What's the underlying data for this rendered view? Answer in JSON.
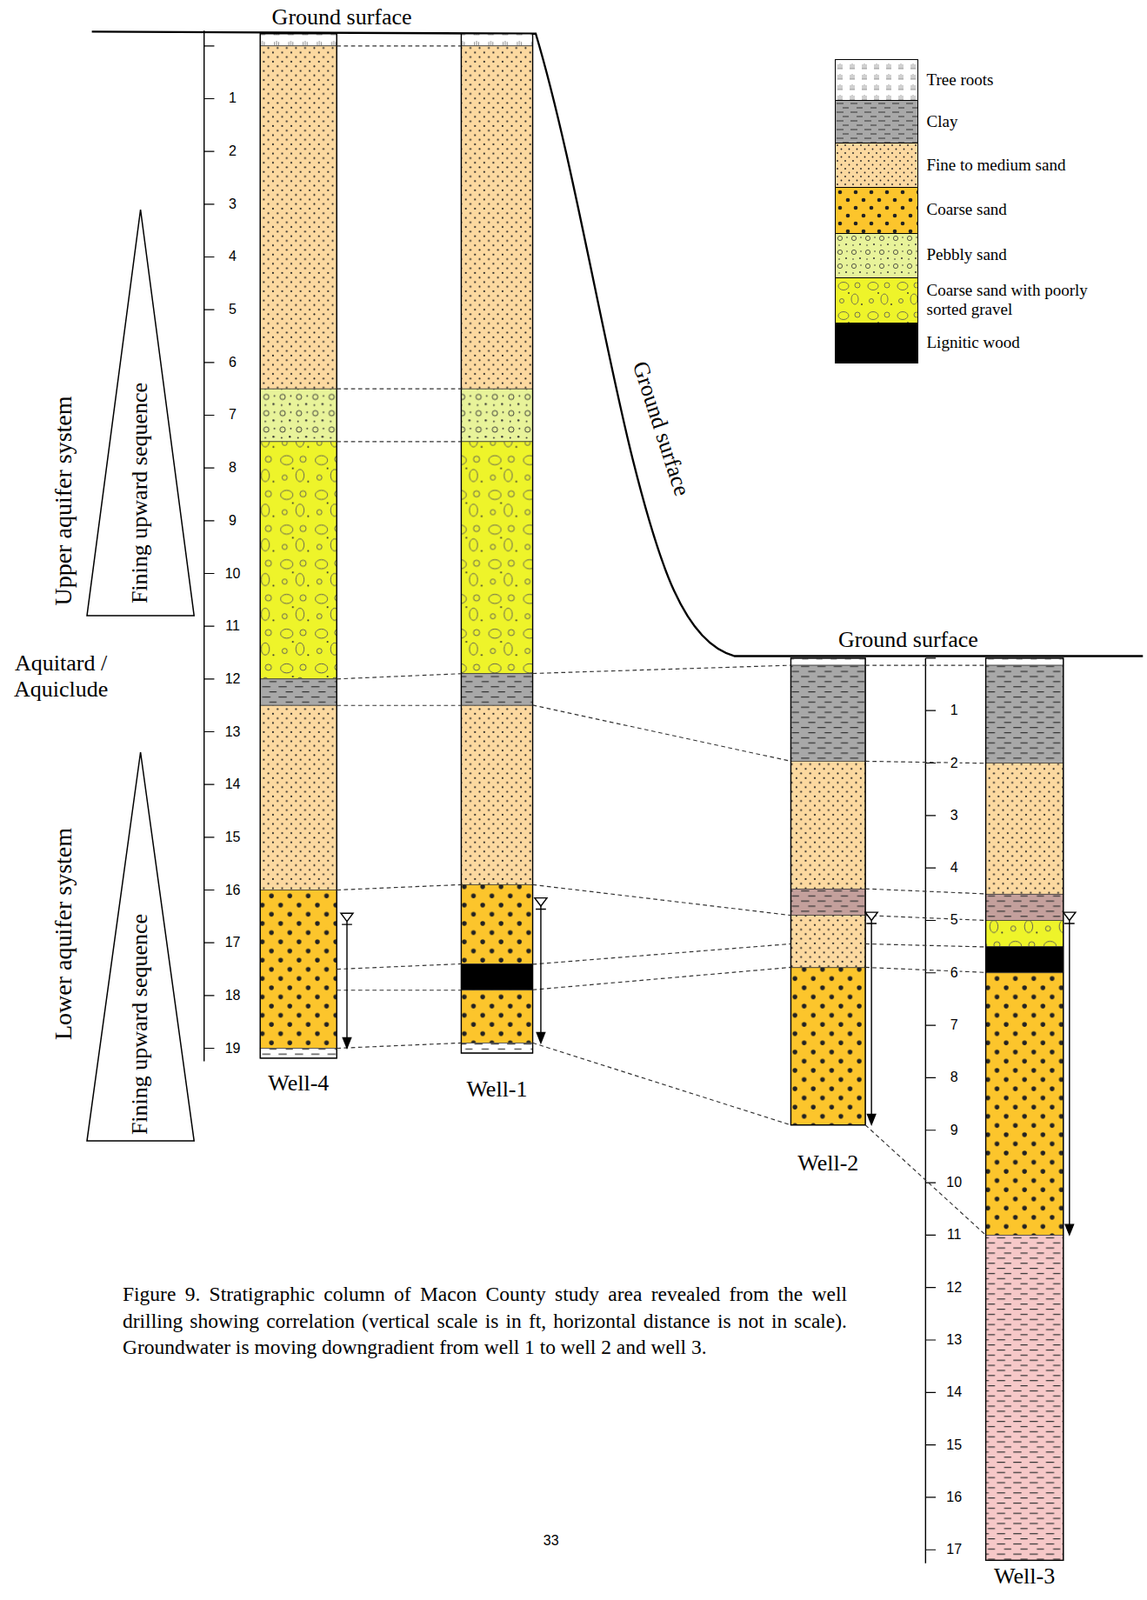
{
  "diagram": {
    "caption": "Figure 9. Stratigraphic column of Macon County study area revealed from the well drilling showing correlation (vertical scale is in ft, horizontal distance is not in scale). Groundwater is moving downgradient from well 1 to well 2 and well 3.",
    "nodes": [
      {
        "text": [
          "Fining upward sequence"
        ]
      },
      {
        "text": [
          "Fining upward sequence"
        ]
      },
      {
        "text": [
          "Well-4"
        ]
      },
      {
        "text": [
          "Well-1"
        ]
      },
      {
        "text": [
          "Well-2"
        ]
      },
      {
        "text": [
          "Well-3"
        ]
      }
    ],
    "labels": [
      "Ground surface",
      "Ground surface",
      "Ground surface",
      "Upper aquifer system",
      "Aquitard / Aquiclude",
      "Lower aquifer system",
      "1",
      "2",
      "3",
      "4",
      "5",
      "6",
      "7",
      "8",
      "9",
      "10",
      "11",
      "12",
      "13",
      "14",
      "15",
      "16",
      "17",
      "18",
      "19",
      "1",
      "2",
      "3",
      "4",
      "5",
      "6",
      "7",
      "8",
      "9",
      "10",
      "11",
      "12",
      "13",
      "14",
      "15",
      "16",
      "17",
      "33"
    ],
    "legend": [
      {
        "text": "Tree roots"
      },
      {
        "text": "Clay",
        "color": "#a8a8a8"
      },
      {
        "text": "Fine to medium sand",
        "color": "#fcd9a0"
      },
      {
        "text": "Coarse sand",
        "color": "#fcc52c"
      },
      {
        "text": "Pebbly sand",
        "color": "#e8f39a"
      },
      {
        "text": "Coarse sand with poorly sorted gravel",
        "color": "#eef42a"
      },
      {
        "text": "Lignitic wood",
        "color": "#000000"
      }
    ]
  }
}
